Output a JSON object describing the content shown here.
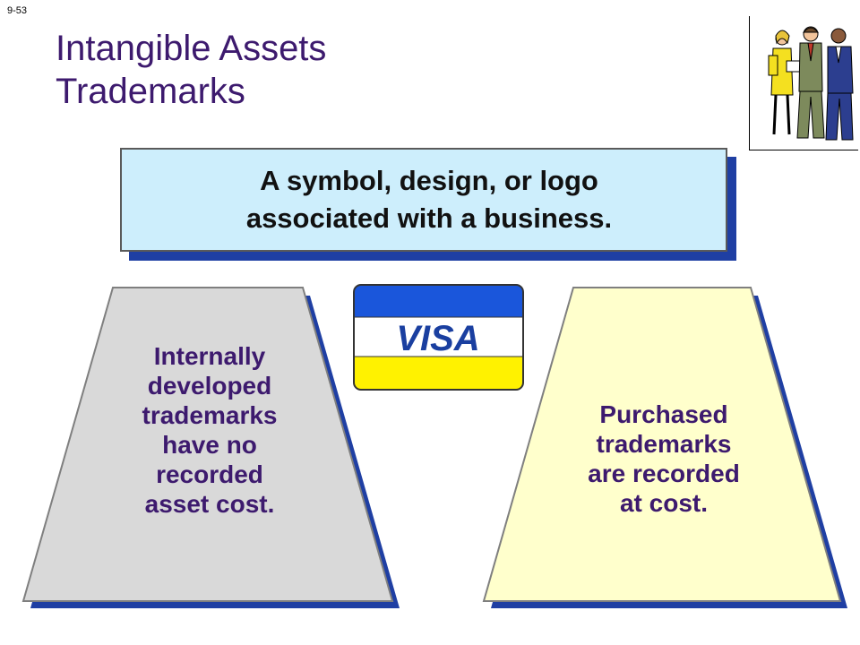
{
  "slide": {
    "number": "9-53"
  },
  "title": {
    "line1": "Intangible Assets",
    "line2": "Trademarks"
  },
  "definition": {
    "text_line1": "A symbol, design, or logo",
    "text_line2": "associated with a business."
  },
  "logo": {
    "text": "VISA",
    "colors": {
      "top": "#1a56db",
      "middle": "#ffffff",
      "bottom": "#fff200",
      "text": "#1a3fa0"
    }
  },
  "left_panel": {
    "lines": [
      "Internally",
      "developed",
      "trademarks",
      "have no",
      "recorded",
      "asset cost."
    ],
    "fill": "#d9d9d9"
  },
  "right_panel": {
    "lines": [
      "Purchased",
      "trademarks",
      "are recorded",
      "at cost."
    ],
    "fill": "#ffffcc"
  },
  "colors": {
    "title": "#3d1a6e",
    "panel_text": "#3d1a6e",
    "shadow": "#1f3fa3",
    "definition_fill": "#cdeefc"
  },
  "clipart": {
    "icon": "business-people-icon"
  }
}
